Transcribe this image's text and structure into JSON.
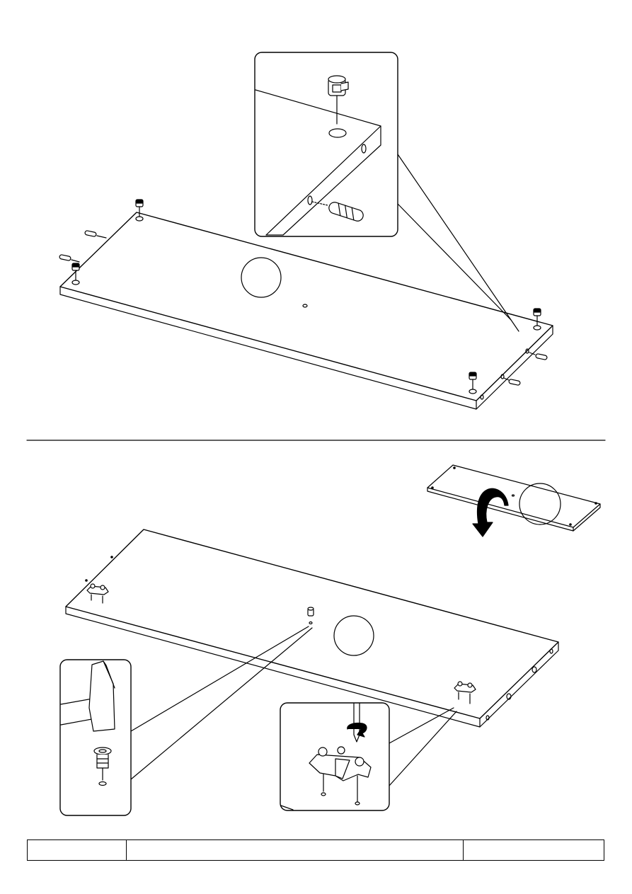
{
  "document": {
    "type": "assembly-instruction-page",
    "colors": {
      "ink": "#000000",
      "paper": "#ffffff"
    }
  },
  "step_top": {
    "illustration": "panel-with-cam-locks-and-dowels",
    "parts": [
      "cam-lock-housing",
      "wooden-dowel"
    ]
  },
  "step_bottom": {
    "illustration": "panel-flipped-with-hinge-plates",
    "parts": [
      "hammer",
      "plastic-insert",
      "screwdriver",
      "hinge-mounting-plate"
    ],
    "flip_arrow": "curved-arrow-down-icon"
  },
  "footer": {
    "cells": [
      "",
      "",
      ""
    ]
  }
}
